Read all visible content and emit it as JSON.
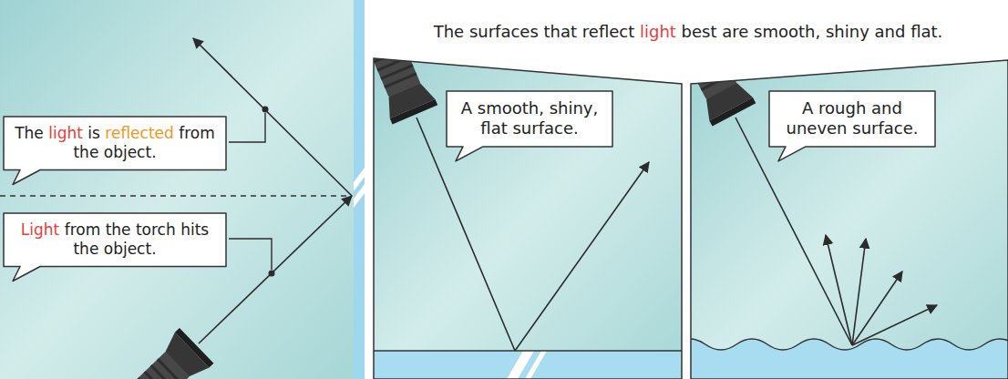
{
  "diagram": {
    "title": "The surfaces that reflect light best are smooth, shiny and flat.",
    "nodes": [
      {
        "text": [
          "The light is reflected from the object."
        ]
      },
      {
        "text": [
          "Light from the torch hits the object."
        ]
      },
      {
        "text": [
          "A smooth, shiny, flat surface."
        ]
      },
      {
        "text": [
          "A rough and uneven surface."
        ]
      }
    ]
  }
}
